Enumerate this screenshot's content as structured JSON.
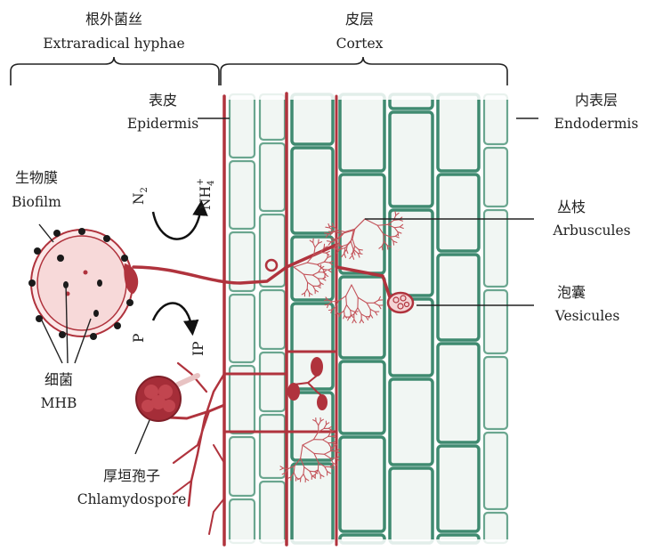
{
  "colors": {
    "hypha": "#b0333d",
    "hypha_light": "#d8898a",
    "cell_wall": "#3f8a70",
    "cell_wall_light": "#6aa68f",
    "cell_fill": "#f1f6f3",
    "leader": "#222222",
    "bracket": "#222222"
  },
  "labels": {
    "extraradical_cn": "根外菌丝",
    "extraradical_en": "Extraradical hyphae",
    "cortex_cn": "皮层",
    "cortex_en": "Cortex",
    "epidermis_cn": "表皮",
    "epidermis_en": "Epidermis",
    "endodermis_cn": "内表层",
    "endodermis_en": "Endodermis",
    "biofilm_cn": "生物膜",
    "biofilm_en": "Biofilm",
    "arbuscules_cn": "丛枝",
    "arbuscules_en": "Arbuscules",
    "vesicules_cn": "泡囊",
    "vesicules_en": "Vesicules",
    "bacteria_cn": "细菌",
    "bacteria_en": "MHB",
    "chlamydospore_cn": "厚垣孢子",
    "chlamydospore_en": "Chlamydospore",
    "n2": "N",
    "n2_sub": "2",
    "nh4": "NH",
    "nh4_sub": "4",
    "nh4_sup": "+",
    "p": "P",
    "ip": "IP"
  },
  "icons": [
    "curved-arrow-icon",
    "bracket-icon"
  ]
}
